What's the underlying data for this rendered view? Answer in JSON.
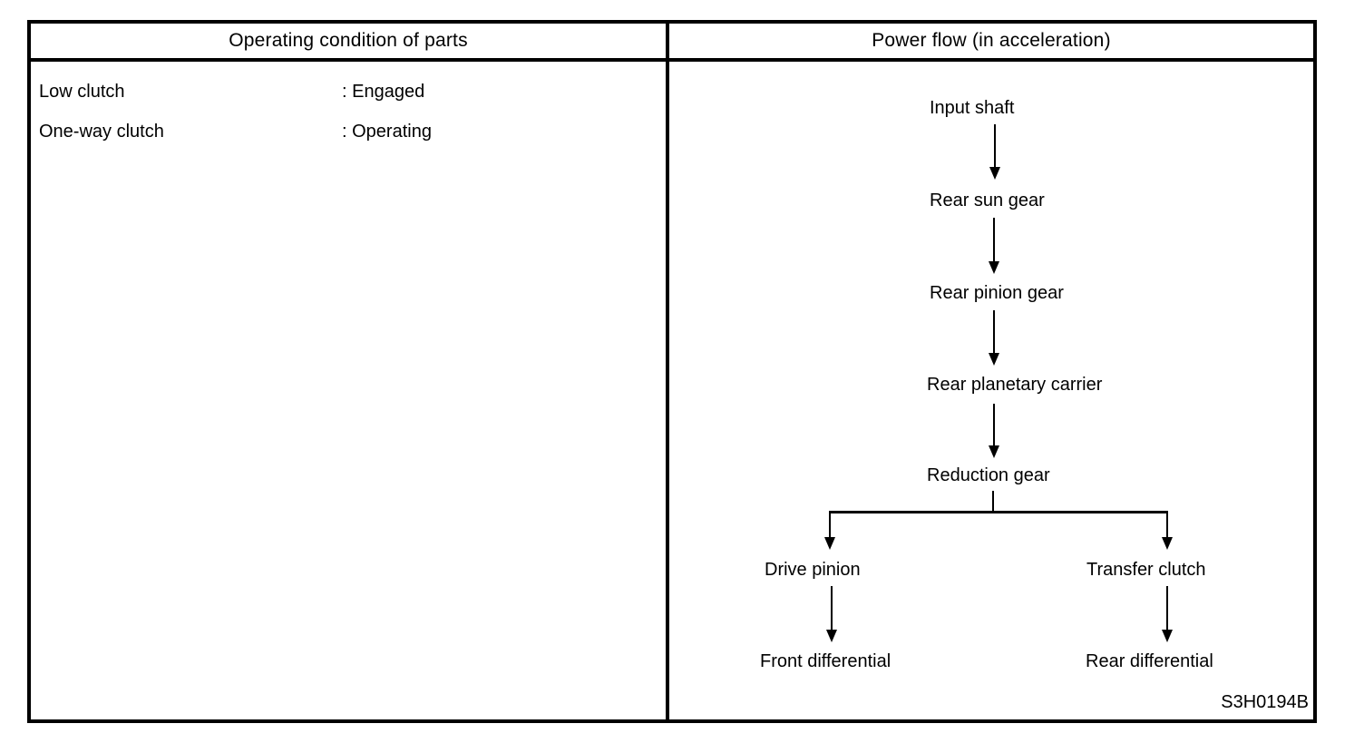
{
  "colors": {
    "ink": "#000000",
    "paper": "#ffffff"
  },
  "table": {
    "headers": {
      "left": "Operating condition of parts",
      "right": "Power flow (in acceleration)"
    }
  },
  "operating_conditions": {
    "rows": [
      {
        "part": "Low clutch",
        "condition": ": Engaged"
      },
      {
        "part": "One-way clutch",
        "condition": ": Operating"
      }
    ]
  },
  "power_flow": {
    "nodes": {
      "input_shaft": "Input shaft",
      "rear_sun_gear": "Rear sun gear",
      "rear_pinion_gear": "Rear pinion gear",
      "rear_planetary_carrier": "Rear planetary carrier",
      "reduction_gear": "Reduction gear",
      "drive_pinion": "Drive pinion",
      "transfer_clutch": "Transfer clutch",
      "front_differential": "Front differential",
      "rear_differential": "Rear differential"
    },
    "edges": [
      [
        "Input shaft",
        "Rear sun gear"
      ],
      [
        "Rear sun gear",
        "Rear pinion gear"
      ],
      [
        "Rear pinion gear",
        "Rear planetary carrier"
      ],
      [
        "Rear planetary carrier",
        "Reduction gear"
      ],
      [
        "Reduction gear",
        "Drive pinion"
      ],
      [
        "Reduction gear",
        "Transfer clutch"
      ],
      [
        "Drive pinion",
        "Front differential"
      ],
      [
        "Transfer clutch",
        "Rear differential"
      ]
    ]
  },
  "figure_code": "S3H0194B"
}
